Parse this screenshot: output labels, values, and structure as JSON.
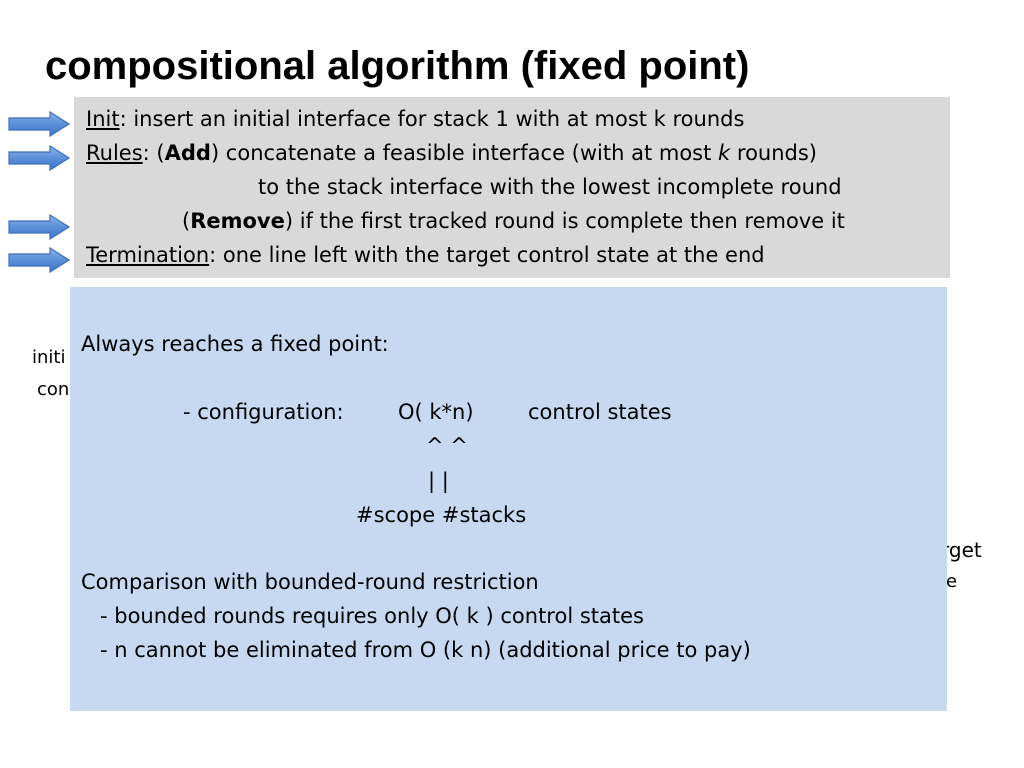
{
  "title": "compositional algorithm (fixed point)",
  "rules_box": {
    "init_label": "Init",
    "init_text": ":   insert an initial interface for stack 1 with at most k rounds",
    "rules_label": "Rules",
    "rules_sep": ":    (",
    "add_label": "Add",
    "add_text_pre": ")  concatenate a feasible interface (with at most ",
    "add_k": "k",
    "add_text_post": " rounds)",
    "add_text_line2": "to the stack interface with the lowest incomplete round",
    "remove_open": "(",
    "remove_label": "Remove",
    "remove_text": ")  if the first tracked round is complete then remove it",
    "termination_label": "Termination",
    "termination_text": ":  one line left with the target control state at the end"
  },
  "info_box": {
    "line1": "Always reaches a fixed point:",
    "line2_a": "- configuration:",
    "line2_b": "O( k*n)",
    "line2_c": "control states",
    "carets": "^   ^",
    "pipes": "|    |",
    "annot": "#scope    #stacks",
    "line3": "Comparison with bounded-round restriction",
    "line4": "- bounded rounds requires only  O( k )   control states",
    "line5": "- n cannot be eliminated from O (k n)    (additional price to pay)"
  },
  "background_fragments": {
    "left_1": "initi",
    "left_2": "con",
    "right_1": "rget",
    "right_2": "te"
  },
  "colors": {
    "gray_box": "#d9d9d9",
    "blue_box": "#c6d9f0",
    "arrow_fill": "#5b8fd9",
    "arrow_stroke": "#3f6fbf"
  },
  "icons": [
    "arrow-right-icon"
  ]
}
